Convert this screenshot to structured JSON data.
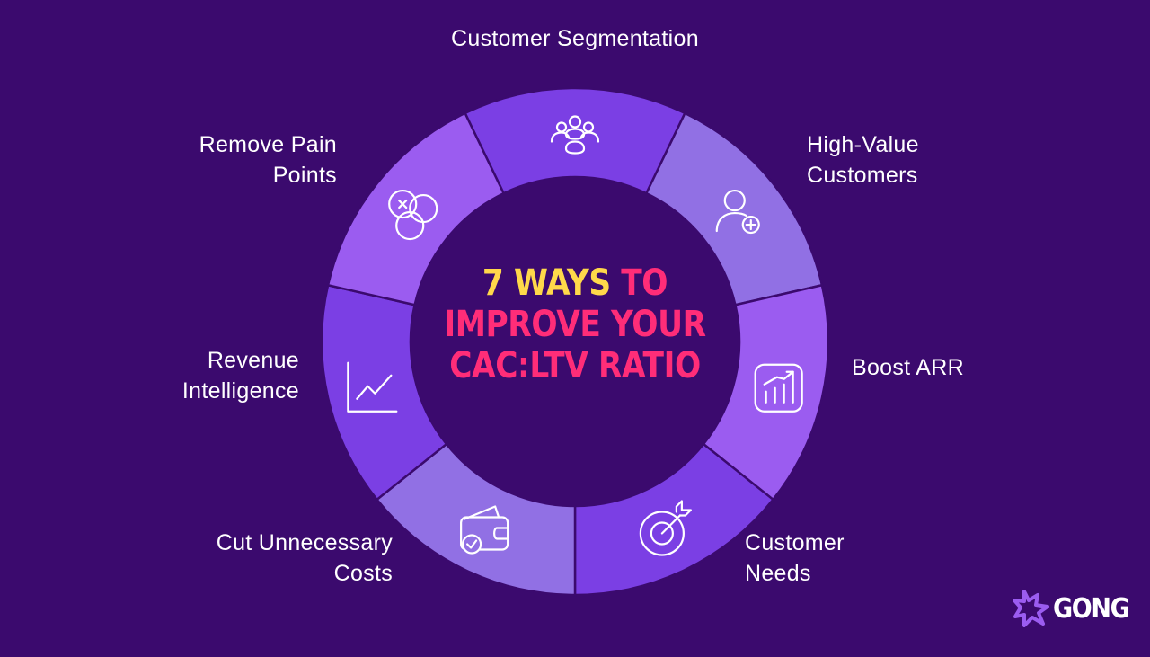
{
  "title": {
    "part1": "7 WAYS",
    "part2": "TO",
    "line2": "IMPROVE YOUR",
    "line3": "CAC:LTV RATIO"
  },
  "segments": [
    {
      "label_lines": [
        "Customer Segmentation"
      ],
      "icon": "users-group-icon",
      "color": "#7b3fe4"
    },
    {
      "label_lines": [
        "High-Value",
        "Customers"
      ],
      "icon": "user-plus-icon",
      "color": "#9170e4"
    },
    {
      "label_lines": [
        "Boost ARR"
      ],
      "icon": "chart-growth-icon",
      "color": "#9b5cf0"
    },
    {
      "label_lines": [
        "Customer",
        "Needs"
      ],
      "icon": "target-icon",
      "color": "#7b3fe4"
    },
    {
      "label_lines": [
        "Cut Unnecessary",
        "Costs"
      ],
      "icon": "wallet-check-icon",
      "color": "#9170e4"
    },
    {
      "label_lines": [
        "Revenue",
        "Intelligence"
      ],
      "icon": "line-chart-icon",
      "color": "#7b3fe4"
    },
    {
      "label_lines": [
        "Remove Pain",
        "Points"
      ],
      "icon": "overlap-circles-icon",
      "color": "#9b5cf0"
    }
  ],
  "colors": {
    "background": "#3b0a6e",
    "center": "#3b0a6e",
    "title_yellow": "#ffd84a",
    "title_pink": "#ff2d78",
    "brand_mark": "#9b5cf0"
  },
  "brand": {
    "name": "GONG",
    "icon": "gong-starburst-icon"
  }
}
